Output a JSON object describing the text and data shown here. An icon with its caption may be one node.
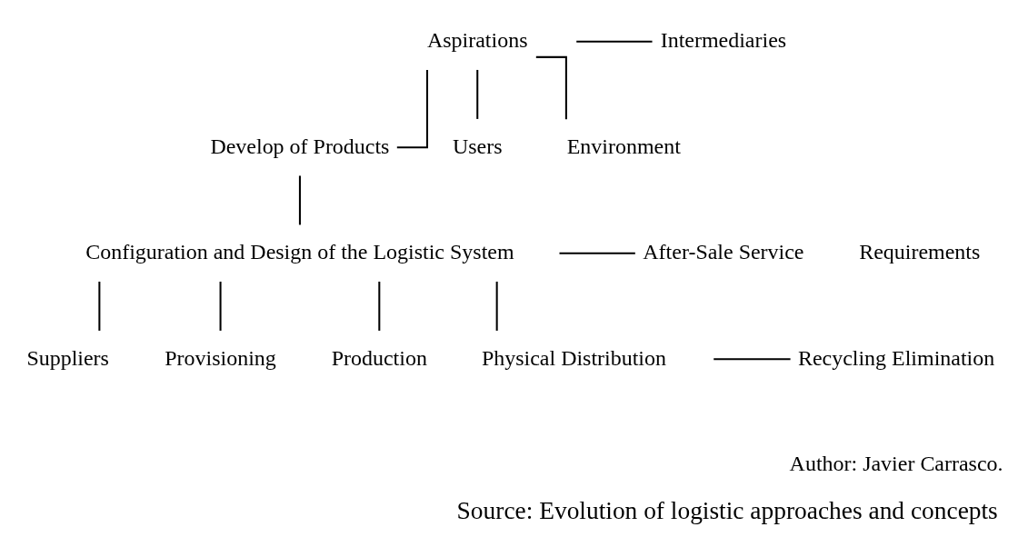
{
  "diagram": {
    "caption": "Source: Evolution of logistic approaches and concepts",
    "nodes": [
      {
        "text": [
          "Aspirations"
        ]
      },
      {
        "text": [
          "Develop of Products"
        ]
      },
      {
        "text": [
          "Users"
        ]
      },
      {
        "text": [
          "Environment"
        ]
      },
      {
        "text": [
          "Configuration and Design of the Logistic System"
        ]
      },
      {
        "text": [
          "Suppliers"
        ]
      },
      {
        "text": [
          "Provisioning"
        ]
      },
      {
        "text": [
          "Production"
        ]
      },
      {
        "text": [
          "Physical Distribution"
        ]
      },
      {
        "text": [
          "Intermediaries"
        ]
      },
      {
        "text": [
          "After-Sale Service"
        ]
      },
      {
        "text": [
          "Recycling Elimination"
        ]
      }
    ],
    "edges": [
      {
        "from": 0,
        "to": 1,
        "arrow": "none"
      },
      {
        "from": 0,
        "to": 2,
        "arrow": "none"
      },
      {
        "from": 0,
        "to": 3,
        "arrow": "none"
      },
      {
        "from": 1,
        "to": 4,
        "arrow": "none"
      },
      {
        "from": 4,
        "to": 5,
        "arrow": "none"
      },
      {
        "from": 4,
        "to": 6,
        "arrow": "none"
      },
      {
        "from": 4,
        "to": 7,
        "arrow": "none"
      },
      {
        "from": 4,
        "to": 8,
        "arrow": "none"
      },
      {
        "from": null,
        "to": 9,
        "arrow": "none"
      },
      {
        "from": null,
        "to": 10,
        "arrow": "none"
      },
      {
        "from": null,
        "to": 11,
        "arrow": "none"
      }
    ],
    "labels": [
      "Requirements",
      "Author: Javier Carrasco."
    ]
  }
}
